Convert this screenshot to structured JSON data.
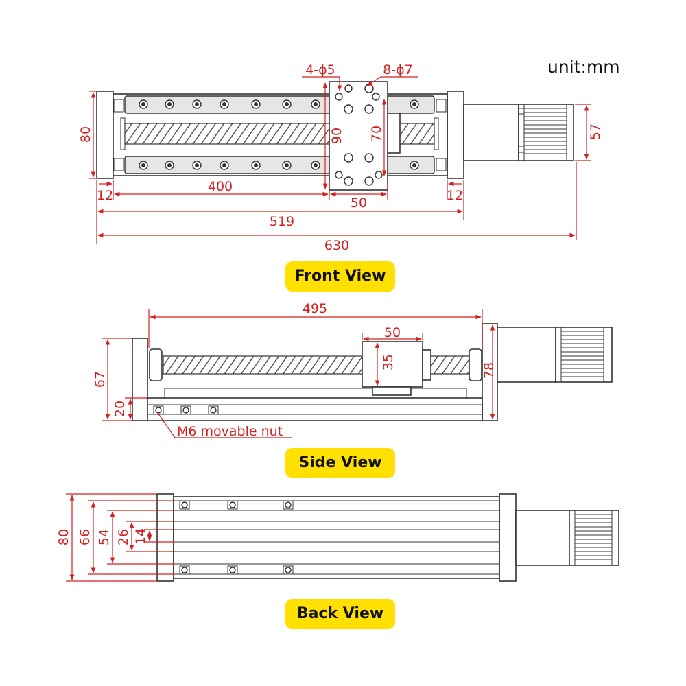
{
  "unit_label": "unit:mm",
  "colors": {
    "dimension": "#d42020",
    "outline": "#333333",
    "label_bg": "#ffe000"
  },
  "front_view": {
    "label": "Front View",
    "dims": {
      "height": "80",
      "stroke": "400",
      "slider_height": "90",
      "hole_spacing": "70",
      "slider_width": "50",
      "end_left": "12",
      "end_right": "12",
      "body_length": "519",
      "total_length": "630",
      "motor_height": "57"
    },
    "callouts": {
      "small_holes": "4-ϕ5",
      "large_holes": "8-ϕ7"
    }
  },
  "side_view": {
    "label": "Side View",
    "dims": {
      "rail_length": "495",
      "slider_width": "50",
      "slider_height": "35",
      "total_height": "67",
      "base_height": "20",
      "end_height": "78"
    },
    "callouts": {
      "nut": "M6 movable nut"
    }
  },
  "back_view": {
    "label": "Back View",
    "dims": {
      "d80": "80",
      "d66": "66",
      "d54": "54",
      "d26": "26",
      "d14": "14"
    }
  }
}
